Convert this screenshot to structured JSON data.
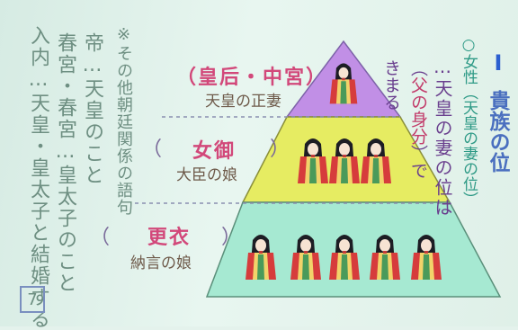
{
  "note": "※その他朝廷関係の語句",
  "definitions": [
    "帝…天皇のこと",
    "春宮・春宮…皇太子のこと",
    "入内…天皇・皇太子と結婚する"
  ],
  "page_number": "7",
  "section": {
    "roman": "Ⅰ",
    "title": "貴族の位"
  },
  "explanation": {
    "line1_prefix": "○",
    "line1_accent": "女性",
    "line1_suffix": "（天皇の妻の位）",
    "line2": "…天皇の妻の位は",
    "line3_open": "（",
    "line3_word": "父の身分",
    "line3_close": "）で",
    "line4": "きまる"
  },
  "pyramid": {
    "tiers": [
      {
        "rank": "（皇后・中宮）",
        "desc": "天皇の正妻",
        "color": "#c18fe6"
      },
      {
        "rank": "女御",
        "desc": "大臣の娘",
        "color": "#e6ec62"
      },
      {
        "rank": "更衣",
        "desc": "納言の娘",
        "color": "#a6e9d2"
      }
    ],
    "paren_open": "（",
    "paren_close": "）"
  }
}
